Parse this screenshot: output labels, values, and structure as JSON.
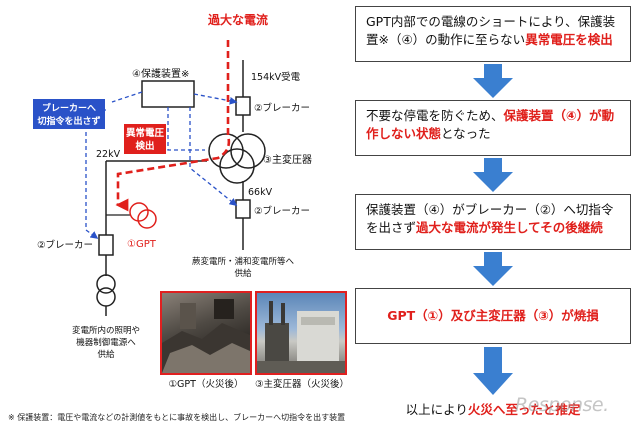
{
  "diagram": {
    "overcurrent_label": "過大な電流",
    "protection_device_label": "④保護装置※",
    "receiving_label": "154kV受電",
    "breaker_top_label": "②ブレーカー",
    "no_trip_callout": "ブレーカーへ切指令を出さず",
    "abnormal_voltage_callout": "異常電圧検出",
    "voltage_22kv": "22kV",
    "main_transformer_label": "③主変圧器",
    "voltage_66kv": "66kV",
    "breaker_right_label": "②ブレーカー",
    "breaker_left_label": "②ブレーカー",
    "gpt_label": "①GPT",
    "substation_supply_label": "蕨変電所・浦和変電所等へ供給",
    "internal_supply_label": "変電所内の照明や機器制御電源へ供給",
    "colors": {
      "red": "#e0201c",
      "blue": "#2a52c8",
      "line": "#222222"
    }
  },
  "photos": [
    {
      "caption": "①GPT（火災後）"
    },
    {
      "caption": "③主変圧器（火災後）"
    }
  ],
  "flow": {
    "step1": {
      "pre": "GPT内部での電線のショートにより、保護装置※（④）の動作に至らない",
      "highlight": "異常電圧を検出",
      "post": ""
    },
    "step2": {
      "pre": "不要な停電を防ぐため、",
      "highlight": "保護装置（④）が動作しない状態",
      "post": "となった"
    },
    "step3": {
      "pre": "保護装置（④）がブレーカー（②）へ切指令を出さず",
      "highlight": "過大な電流が発生してその後継続",
      "post": ""
    },
    "step4": {
      "highlight": "GPT（①）及び主変圧器（③）が焼損"
    },
    "conclusion": {
      "pre": "以上により",
      "highlight": "火災へ至ったと推定"
    },
    "arrow_color": "#3a7fd0"
  },
  "footnote": "※ 保護装置：電圧や電流などの計測値をもとに事故を検出し、ブレーカーへ切指令を出す装置",
  "watermark": "Response."
}
